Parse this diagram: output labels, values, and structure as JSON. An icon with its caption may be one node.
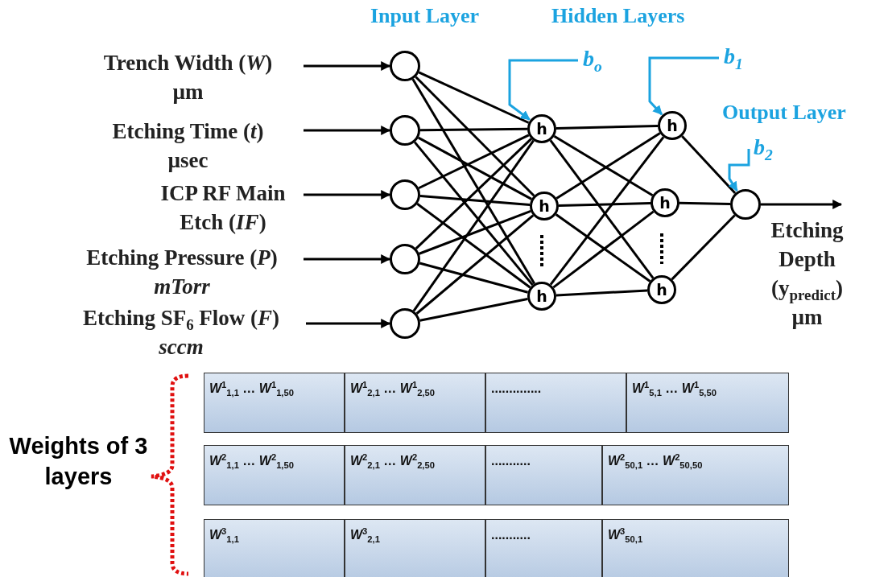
{
  "diagram": {
    "nodes": [
      {
        "text": [
          "Trench Width (*W*)",
          "µm"
        ]
      },
      {
        "text": [
          "Etching Time (*t*)",
          "µsec"
        ]
      },
      {
        "text": [
          "ICP RF Main Etch (*IF*)"
        ]
      },
      {
        "text": [
          "Etching Pressure (*P*)",
          "mTorr"
        ]
      },
      {
        "text": [
          "Etching SF$_{6}$ Flow (*F*)",
          "sccm"
        ]
      },
      {
        "text": [],
        "shape": "circle"
      },
      {
        "text": [],
        "shape": "circle"
      },
      {
        "text": [],
        "shape": "circle"
      },
      {
        "text": [],
        "shape": "circle"
      },
      {
        "text": [],
        "shape": "circle"
      },
      {
        "text": [
          "h"
        ]
      },
      {
        "text": [
          "h"
        ]
      },
      {
        "text": [
          "h"
        ]
      },
      {
        "text": [
          "h"
        ]
      },
      {
        "text": [
          "h"
        ]
      },
      {
        "text": [
          "h"
        ]
      },
      {
        "text": [],
        "shape": "circle"
      },
      {
        "text": [
          "Etching Depth (y$_{predict}$)",
          "µm"
        ]
      },
      {
        "text": [
          "*b*$_{o}$"
        ]
      },
      {
        "text": [
          "*b*$_{1}$"
        ]
      },
      {
        "text": [
          "*b*$_{2}$"
        ]
      }
    ],
    "edges": [
      {
        "from": 0,
        "to": 5,
        "arrow": "to"
      },
      {
        "from": 1,
        "to": 6,
        "arrow": "to"
      },
      {
        "from": 2,
        "to": 7,
        "arrow": "to"
      },
      {
        "from": 3,
        "to": 8,
        "arrow": "to"
      },
      {
        "from": 4,
        "to": 9,
        "arrow": "to"
      },
      {
        "from": 5,
        "to": 10,
        "arrow": "none"
      },
      {
        "from": 5,
        "to": 11,
        "arrow": "none"
      },
      {
        "from": 5,
        "to": 12,
        "arrow": "none"
      },
      {
        "from": 6,
        "to": 10,
        "arrow": "none"
      },
      {
        "from": 6,
        "to": 11,
        "arrow": "none"
      },
      {
        "from": 6,
        "to": 12,
        "arrow": "none"
      },
      {
        "from": 7,
        "to": 10,
        "arrow": "none"
      },
      {
        "from": 7,
        "to": 11,
        "arrow": "none"
      },
      {
        "from": 7,
        "to": 12,
        "arrow": "none"
      },
      {
        "from": 8,
        "to": 10,
        "arrow": "none"
      },
      {
        "from": 8,
        "to": 11,
        "arrow": "none"
      },
      {
        "from": 8,
        "to": 12,
        "arrow": "none"
      },
      {
        "from": 9,
        "to": 10,
        "arrow": "none"
      },
      {
        "from": 9,
        "to": 11,
        "arrow": "none"
      },
      {
        "from": 9,
        "to": 12,
        "arrow": "none"
      },
      {
        "from": 10,
        "to": 13,
        "arrow": "none"
      },
      {
        "from": 10,
        "to": 14,
        "arrow": "none"
      },
      {
        "from": 10,
        "to": 15,
        "arrow": "none"
      },
      {
        "from": 11,
        "to": 13,
        "arrow": "none"
      },
      {
        "from": 11,
        "to": 14,
        "arrow": "none"
      },
      {
        "from": 11,
        "to": 15,
        "arrow": "none"
      },
      {
        "from": 12,
        "to": 13,
        "arrow": "none"
      },
      {
        "from": 12,
        "to": 14,
        "arrow": "none"
      },
      {
        "from": 12,
        "to": 15,
        "arrow": "none"
      },
      {
        "from": 13,
        "to": 16,
        "arrow": "none"
      },
      {
        "from": 14,
        "to": 16,
        "arrow": "none"
      },
      {
        "from": 15,
        "to": 16,
        "arrow": "none"
      },
      {
        "from": 16,
        "to": 17,
        "arrow": "to"
      },
      {
        "from": 18,
        "to": 10,
        "arrow": "to",
        "color": "#1ba3e0"
      },
      {
        "from": 19,
        "to": 13,
        "arrow": "to",
        "color": "#1ba3e0"
      },
      {
        "from": 20,
        "to": 16,
        "arrow": "to",
        "color": "#1ba3e0"
      }
    ],
    "labels": [
      "Input Layer",
      "Hidden Layers",
      "Output Layer",
      "*W*$^{1}$$_{1,1}$ … *W*$^{1}$$_{1,50}$",
      "*W*$^{1}$$_{2,1}$ … *W*$^{1}$$_{2,50}$",
      "..............",
      "*W*$^{1}$$_{5,1}$ … *W*$^{1}$$_{5,50}$",
      "Weights of 3 layers",
      "*W*$^{2}$$_{1,1}$ … *W*$^{2}$$_{1,50}$",
      "*W*$^{2}$$_{2,1}$ … *W*$^{2}$$_{2,50}$",
      "...........",
      "*W*$^{2}$$_{50,1}$ … *W*$^{2}$$_{50,50}$",
      "*W*$^{3}$$_{1,1}$",
      "*W*$^{3}$$_{2,1}$",
      "...........",
      "*W*$^{3}$$_{50,1}$"
    ]
  }
}
